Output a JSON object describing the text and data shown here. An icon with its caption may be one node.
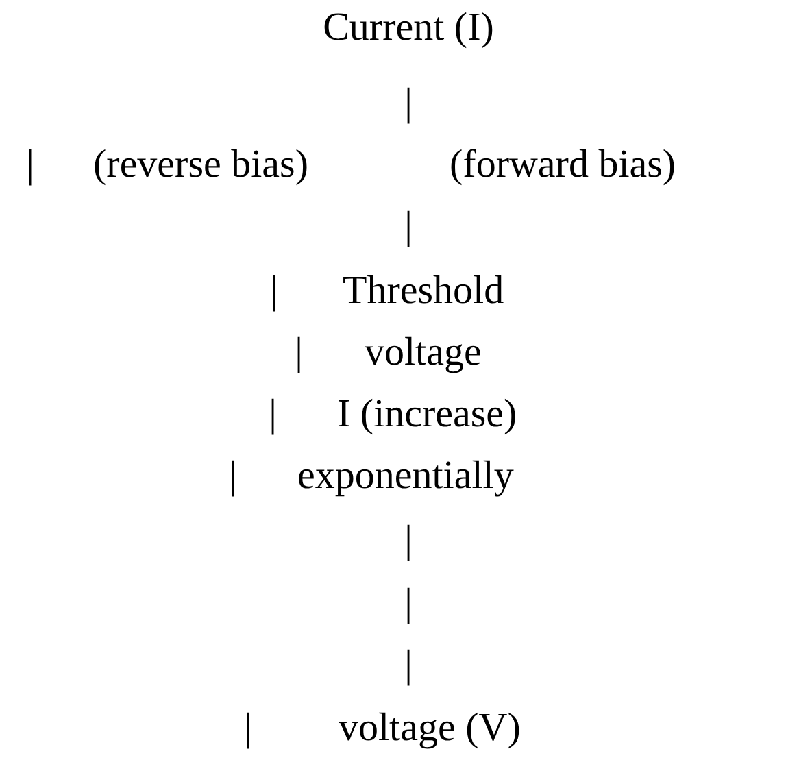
{
  "diagram": {
    "labels": [
      "Current (I)",
      "|",
      "|",
      "(reverse bias)",
      "(forward bias)",
      "|",
      "|",
      "Threshold",
      "|",
      "voltage",
      "|",
      "I (increase)",
      "|",
      "exponentially",
      "|",
      "|",
      "|",
      "|",
      "voltage (V)"
    ]
  }
}
